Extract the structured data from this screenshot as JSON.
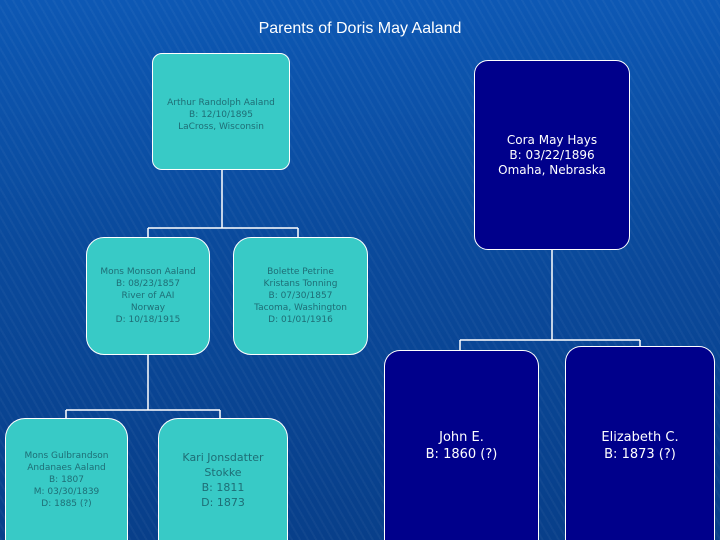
{
  "title": "Parents of Doris May Aaland",
  "colors": {
    "teal": "#38cac6",
    "navy": "#00008b",
    "teal_text": "#1e6e76",
    "background": "#0a4a9c"
  },
  "people": {
    "arthur": [
      "Arthur Randolph Aaland",
      "B: 12/10/1895",
      "LaCross, Wisconsin"
    ],
    "cora": [
      "Cora May Hays",
      "B: 03/22/1896",
      "Omaha, Nebraska"
    ],
    "mons_monson": [
      "Mons Monson Aaland",
      "B: 08/23/1857",
      "River of AAI",
      "Norway",
      "D: 10/18/1915"
    ],
    "bolette": [
      "Bolette Petrine",
      "Kristans Tonning",
      "B: 07/30/1857",
      "Tacoma, Washington",
      "D: 01/01/1916"
    ],
    "mons_gulbrandson": [
      "Mons Gulbrandson",
      "Andanaes Aaland",
      "B: 1807",
      "M: 03/30/1839",
      "D: 1885 (?)"
    ],
    "kari": [
      "Kari Jonsdatter",
      "Stokke",
      "B: 1811",
      "D: 1873"
    ],
    "john": [
      "John E.",
      "B: 1860 (?)"
    ],
    "elizabeth": [
      "Elizabeth C.",
      "B: 1873 (?)"
    ]
  }
}
